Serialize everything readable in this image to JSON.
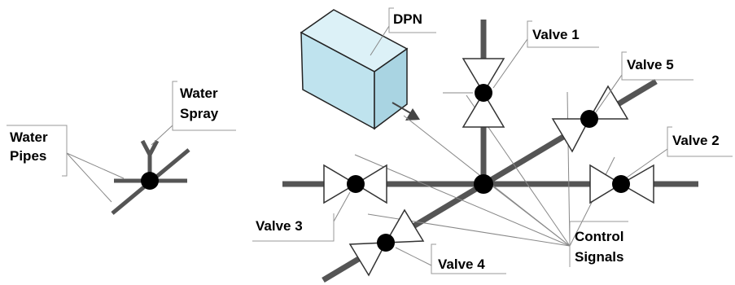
{
  "colors": {
    "pipe": "#555555",
    "valve_fill": "#ffffff",
    "valve_stroke": "#333333",
    "junction": "#000000",
    "leader": "#888888",
    "dpn_front": "#bfe3ee",
    "dpn_top": "#dcf1f7",
    "dpn_side": "#a9d4e2",
    "dpn_stroke": "#222222"
  },
  "legend": {
    "water_pipes": [
      "Water",
      "Pipes"
    ],
    "water_spray": [
      "Water",
      "Spray"
    ]
  },
  "dpn": {
    "label": "DPN"
  },
  "valves": [
    {
      "label": "Valve 1"
    },
    {
      "label": "Valve 2"
    },
    {
      "label": "Valve 3"
    },
    {
      "label": "Valve 4"
    },
    {
      "label": "Valve 5"
    }
  ],
  "control_signals": {
    "label": [
      "Control",
      "Signals"
    ]
  }
}
